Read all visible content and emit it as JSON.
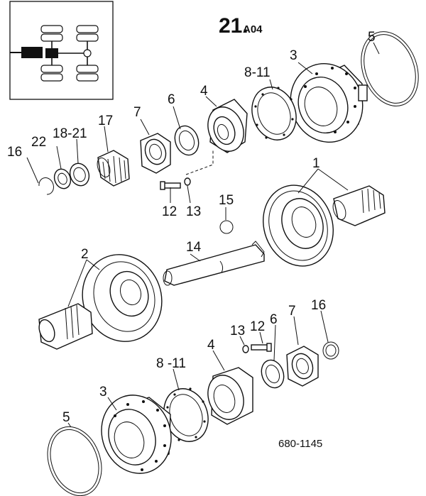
{
  "header": {
    "number": "21.",
    "suffix": "A04"
  },
  "reference_code": "680-1145",
  "callouts": {
    "c16a": "16",
    "c22": "22",
    "c18_21": "18-21",
    "c17": "17",
    "c7a": "7",
    "c6a": "6",
    "c4a": "4",
    "c8_11a": "8-11",
    "c3a": "3",
    "c5a": "5",
    "c1": "1",
    "c12a": "12",
    "c13a": "13",
    "c15": "15",
    "c14": "14",
    "c2": "2",
    "c13b": "13",
    "c12b": "12",
    "c6b": "6",
    "c7b": "7",
    "c16b": "16",
    "c4b": "4",
    "c8_11b": "8 -11",
    "c3b": "3",
    "c5b": "5"
  }
}
